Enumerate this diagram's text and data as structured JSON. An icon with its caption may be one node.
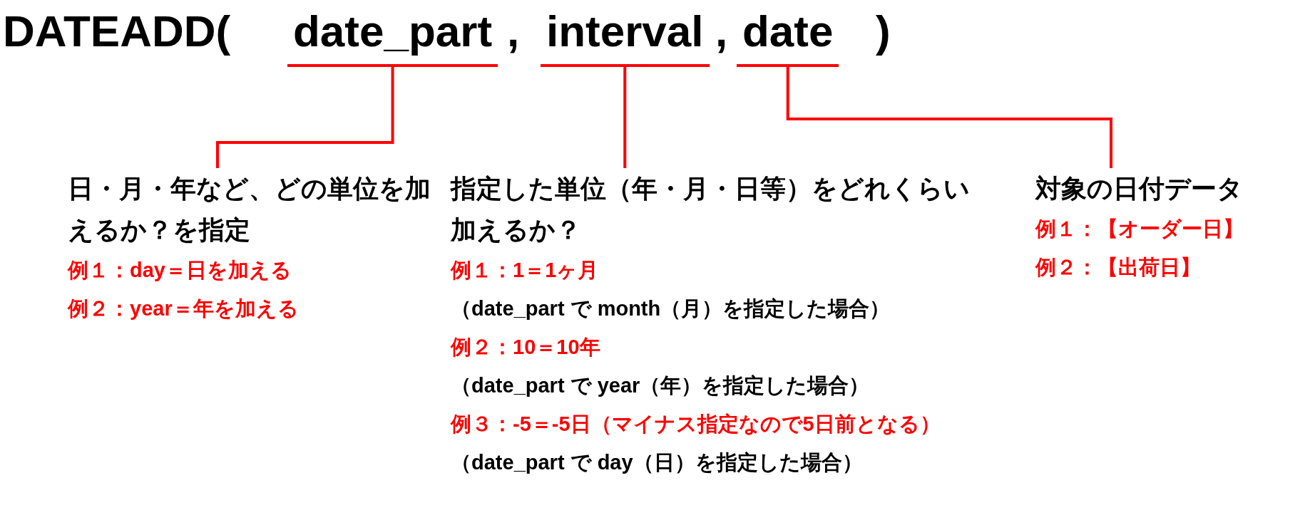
{
  "diagram": {
    "nodes": [
      {
        "text": [
          "date_part"
        ]
      },
      {
        "text": [
          "interval"
        ]
      },
      {
        "text": [
          "date"
        ]
      },
      {
        "text": [
          "日・月・年など、どの単位を加えるか？を指定",
          "例１：day＝日を加える",
          "例２：year＝年を加える"
        ]
      },
      {
        "text": [
          "指定した単位（年・月・日等）をどれくらい加えるか？",
          "例１：1＝1ヶ月",
          "（date_part で month（月）を指定した場合）",
          "例２：10＝10年",
          "（date_part で year（年）を指定した場合）",
          "例３：-5＝-5日（マイナス指定なので5日前となる）",
          "（date_part で day（日）を指定した場合）"
        ]
      },
      {
        "text": [
          "対象の日付データ",
          "例１：【オーダー日】",
          "例２：【出荷日】"
        ]
      }
    ],
    "edges": [
      {
        "from": 0,
        "to": 3,
        "arrow": "none"
      },
      {
        "from": 1,
        "to": 4,
        "arrow": "none"
      },
      {
        "from": 2,
        "to": 5,
        "arrow": "none"
      }
    ],
    "labels": [
      "DATEADD(",
      ",",
      ",",
      ")"
    ]
  }
}
